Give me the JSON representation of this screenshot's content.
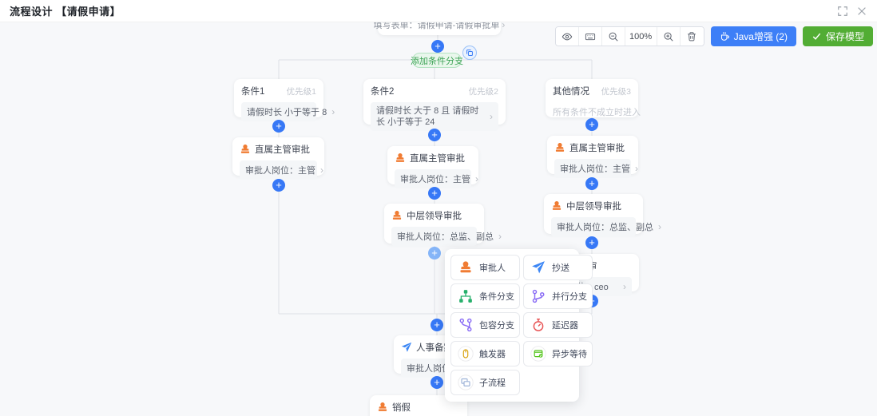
{
  "header": {
    "title": "流程设计 【请假申请】"
  },
  "toolbar": {
    "zoom_level": "100%",
    "java_label": "Java增强 (2)",
    "save_label": "保存模型"
  },
  "flow": {
    "form_node": {
      "text": "填写表单：请假申请-请假审批单"
    },
    "add_branch_label": "添加条件分支",
    "conditions": [
      {
        "title": "条件1",
        "priority": "优先级1",
        "rule": "请假时长 小于等于 8"
      },
      {
        "title": "条件2",
        "priority": "优先级2",
        "rule": "请假时长 大于 8 且 请假时长 小于等于 24"
      },
      {
        "title": "其他情况",
        "priority": "优先级3",
        "rule": "所有条件不成立时进入"
      }
    ],
    "approver_left": {
      "title": "直属主管审批",
      "detail": "审批人岗位：主管"
    },
    "approver_mid": {
      "title": "直属主管审批",
      "detail": "审批人岗位：主管"
    },
    "approver_right": {
      "title": "直属主管审批",
      "detail": "审批人岗位：主管"
    },
    "leader_mid": {
      "title": "中层领导审批",
      "detail": "审批人岗位：总监、副总"
    },
    "leader_right": {
      "title": "中层领导审批",
      "detail": "审批人岗位：总监、副总"
    },
    "ceo": {
      "title": "总经理终审",
      "detail": "审批人岗位：ceo"
    },
    "hr": {
      "title": "人事备案",
      "detail": "审批人岗位：人"
    },
    "cancel": {
      "title": "销假"
    }
  },
  "menu": {
    "items": [
      {
        "label": "审批人"
      },
      {
        "label": "抄送"
      },
      {
        "label": "条件分支"
      },
      {
        "label": "并行分支"
      },
      {
        "label": "包容分支"
      },
      {
        "label": "延迟器"
      },
      {
        "label": "触发器"
      },
      {
        "label": "异步等待"
      },
      {
        "label": "子流程"
      }
    ]
  },
  "colors": {
    "accent_blue": "#3778f6",
    "accent_green": "#52ad34",
    "node_orange": "#f07c33",
    "wire_grey": "#dde0e5"
  }
}
